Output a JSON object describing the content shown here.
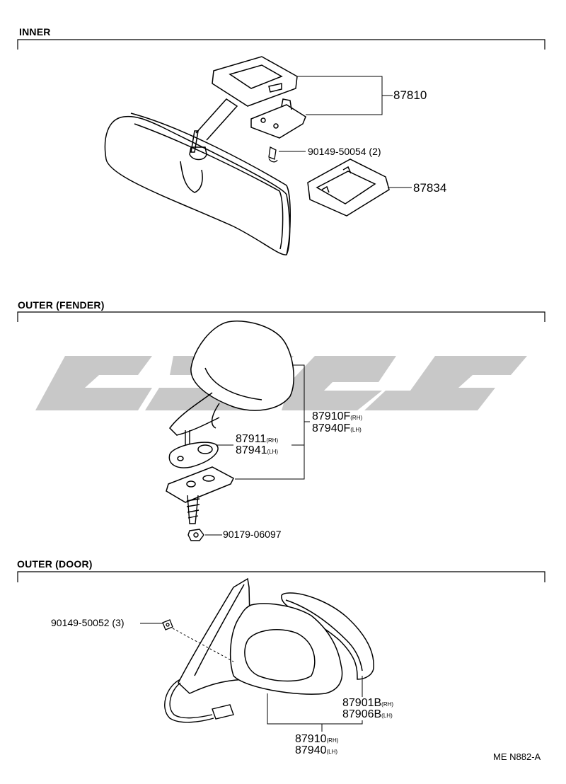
{
  "sections": [
    {
      "id": "inner",
      "title": "INNER"
    },
    {
      "id": "outer-fender",
      "title": "OUTER (FENDER)"
    },
    {
      "id": "outer-door",
      "title": "OUTER (DOOR)"
    }
  ],
  "parts": {
    "inner_87810": "87810",
    "inner_90149_50054": "90149-50054 (2)",
    "inner_87834": "87834",
    "fender_87910F": "87910F",
    "fender_87910F_side": "(RH)",
    "fender_87940F": "87940F",
    "fender_87940F_side": "(LH)",
    "fender_87911": "87911",
    "fender_87911_side": "(RH)",
    "fender_87941": "87941",
    "fender_87941_side": "(LH)",
    "fender_90179_06097": "90179-06097",
    "door_90149_50052": "90149-50052 (3)",
    "door_87901B": "87901B",
    "door_87901B_side": "(RH)",
    "door_87906B": "87906B",
    "door_87906B_side": "(LH)",
    "door_87910": "87910",
    "door_87910_side": "(RH)",
    "door_87940": "87940",
    "door_87940_side": "(LH)"
  },
  "footer_code": "ME N882-A",
  "colors": {
    "line": "#000000",
    "watermark": "#c8c8c8",
    "background": "#ffffff"
  }
}
